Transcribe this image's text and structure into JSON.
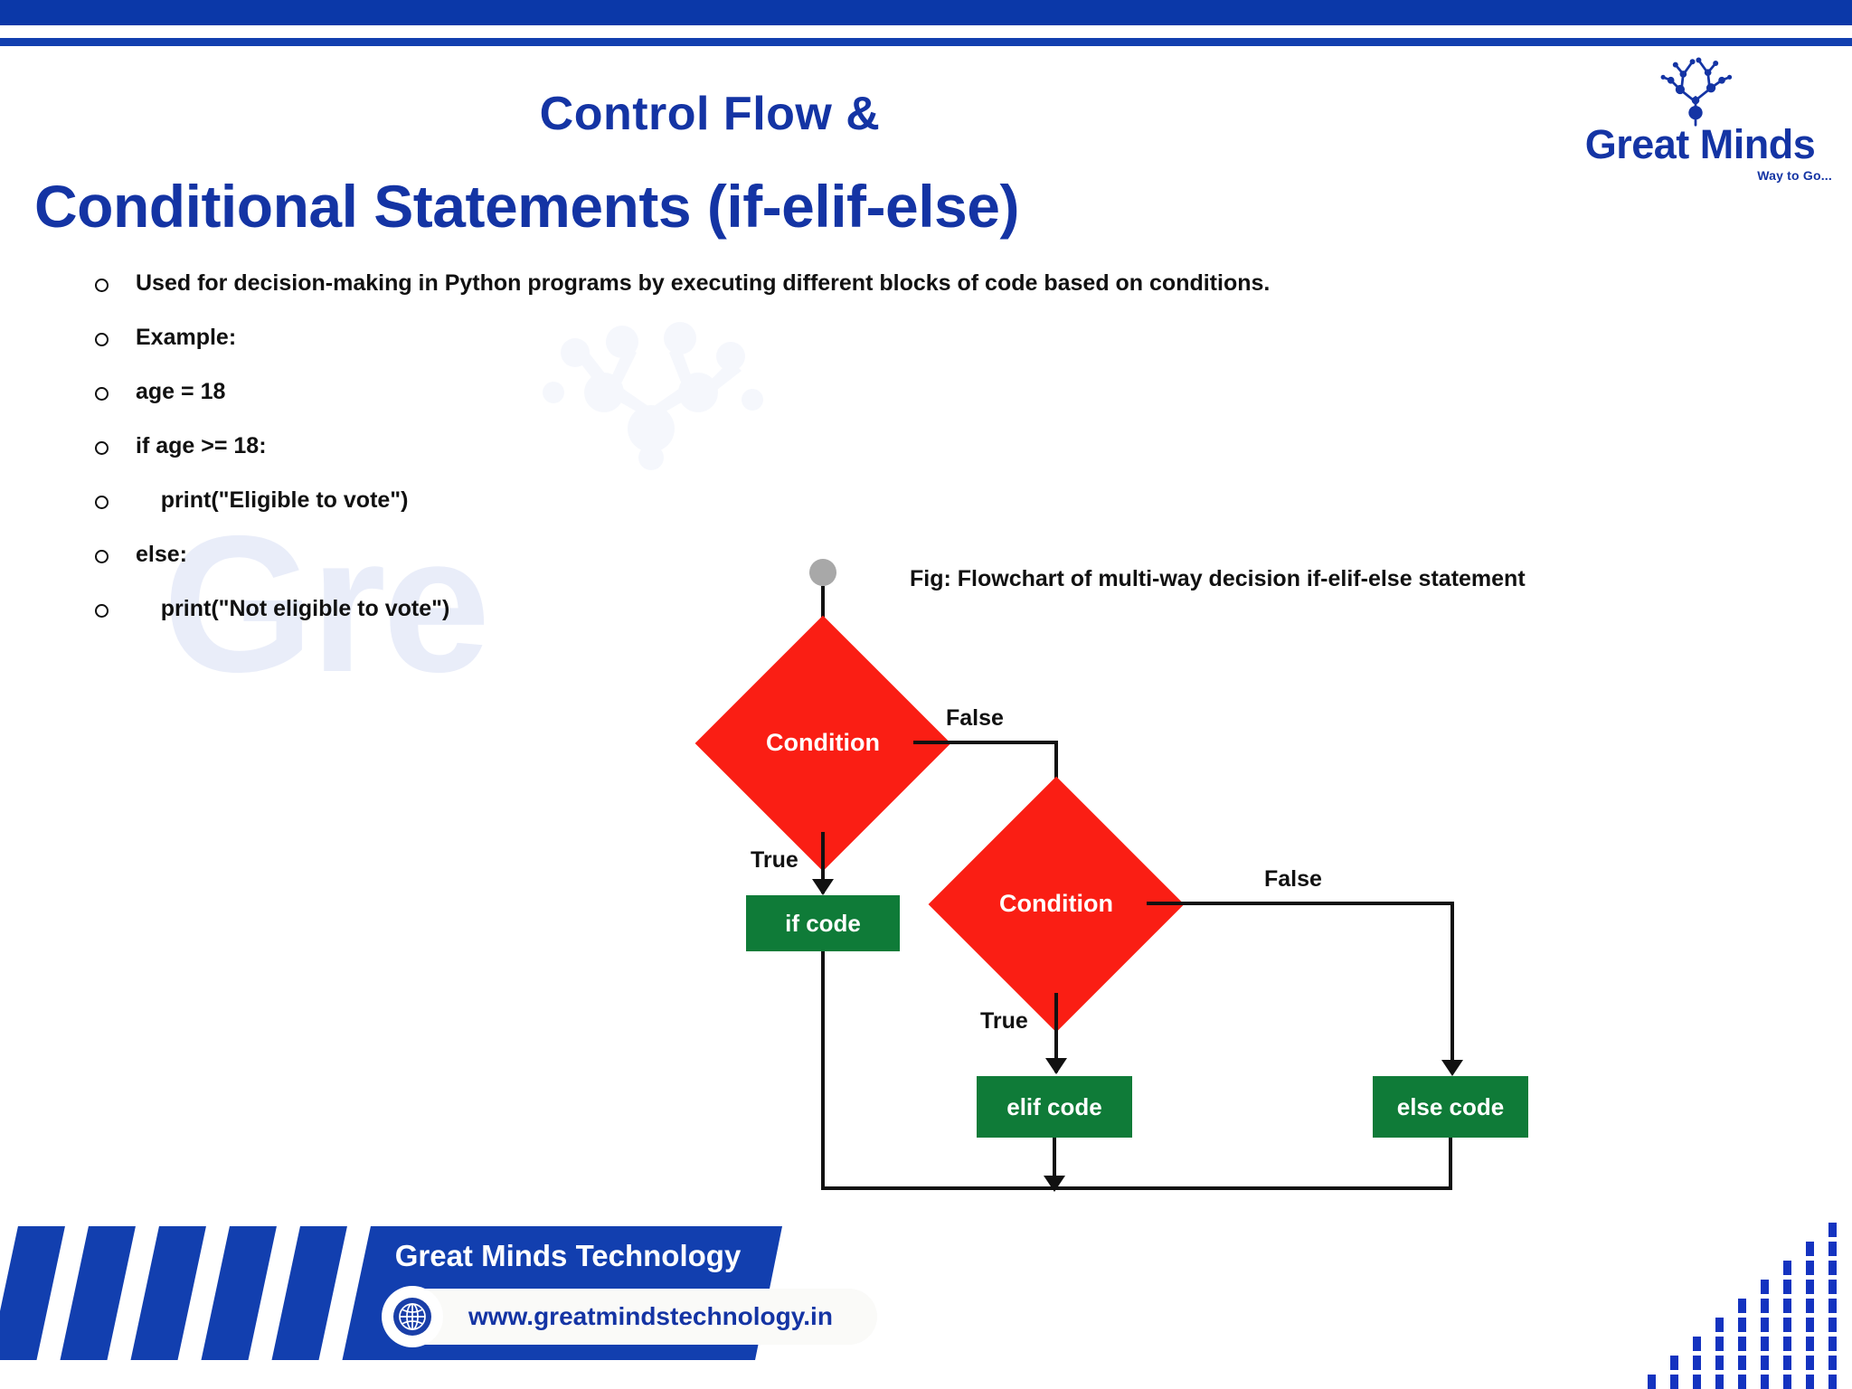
{
  "theme": {
    "brand_blue": "#1434A4",
    "bar_blue": "#0B38A8",
    "footer_blue": "#123FAF",
    "decision_red": "#FA1E14",
    "process_green": "#0F7B38",
    "start_gray": "#A8A8A8",
    "text_black": "#111111",
    "watermark": "#E9EDF9"
  },
  "header": {
    "title_line1": "Control Flow &",
    "title_line2": "Conditional Statements (if-elif-else)"
  },
  "brand": {
    "name": "Great Minds",
    "tagline": "Way to Go...",
    "mark_icon": "tree-neuron-icon"
  },
  "watermark": {
    "word": "Gre",
    "icon": "tree-neuron-watermark-icon"
  },
  "bullets": [
    {
      "marker": "hollow-circle",
      "text": "Used for decision-making in Python programs by executing different blocks of code based on conditions."
    },
    {
      "marker": "hollow-circle",
      "text": "Example:"
    },
    {
      "marker": "hollow-circle",
      "text": "age = 18"
    },
    {
      "marker": "hollow-circle",
      "text": "if age >= 18:"
    },
    {
      "marker": "hollow-circle",
      "text": "    print(\"Eligible to vote\")"
    },
    {
      "marker": "hollow-circle",
      "text": "else:"
    },
    {
      "marker": "hollow-circle",
      "text": "    print(\"Not eligible to vote\")"
    }
  ],
  "flowchart": {
    "caption": "Fig: Flowchart of multi-way decision if-elif-else statement",
    "start_node": {
      "shape": "ellipse",
      "label": ""
    },
    "nodes": [
      {
        "id": "cond1",
        "shape": "diamond",
        "label": "Condition",
        "color": "#FA1E14"
      },
      {
        "id": "cond2",
        "shape": "diamond",
        "label": "Condition",
        "color": "#FA1E14"
      },
      {
        "id": "ifbox",
        "shape": "rect",
        "label": "if code",
        "color": "#0F7B38"
      },
      {
        "id": "elifbox",
        "shape": "rect",
        "label": "elif code",
        "color": "#0F7B38"
      },
      {
        "id": "elsebox",
        "shape": "rect",
        "label": "else code",
        "color": "#0F7B38"
      }
    ],
    "edge_labels": {
      "cond1_true": "True",
      "cond1_false": "False",
      "cond2_true": "True",
      "cond2_false": "False"
    }
  },
  "footer": {
    "company": "Great Minds Technology",
    "url": "www.greatmindstechnology.in",
    "globe_icon": "globe-icon"
  }
}
